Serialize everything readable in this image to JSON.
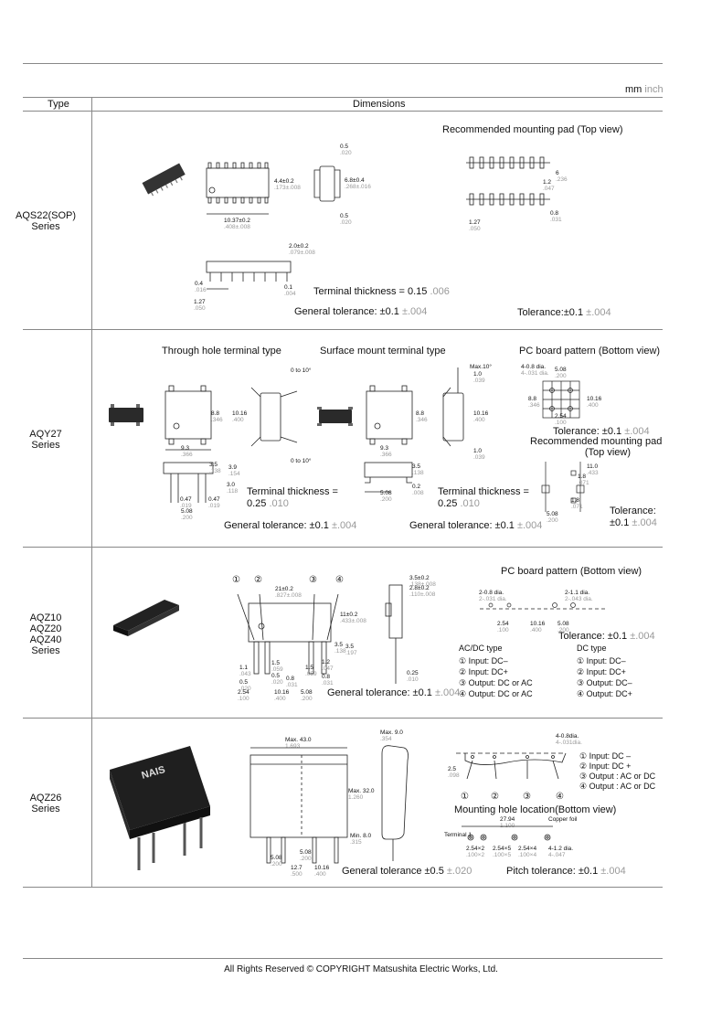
{
  "units": {
    "mm": "mm",
    "inch": "inch"
  },
  "header": {
    "type": "Type",
    "dimensions": "Dimensions"
  },
  "rows": [
    {
      "type_lines": [
        "AQS22(SOP)",
        "Series"
      ],
      "labels": {
        "pad_title": "Recommended mounting pad (Top view)",
        "terminal_thickness": "Terminal thickness = 0.15",
        "terminal_thickness_inch": ".006",
        "general_tolerance": "General tolerance: ±0.1",
        "general_tolerance_inch": "±.004",
        "tolerance": "Tolerance:±0.1",
        "tolerance_inch": "±.004"
      },
      "dims": {
        "d_0_5_top": "0.5",
        "d_0_5_top_in": ".020",
        "d_4_4": "4.4±0.2",
        "d_4_4_in": ".173±.008",
        "d_6_8": "6.8±0.4",
        "d_6_8_in": ".268±.016",
        "d_10_37": "10.37±0.2",
        "d_10_37_in": ".408±.008",
        "d_0_5_bot": "0.5",
        "d_0_5_bot_in": ".020",
        "d_2_0": "2.0±0.2",
        "d_2_0_in": ".079±.008",
        "d_0_4": "0.4",
        "d_0_4_in": ".016",
        "d_1_27": "1.27",
        "d_1_27_in": ".050",
        "d_0_1": "0.1",
        "d_0_1_in": ".004",
        "pad_6": "6",
        "pad_6_in": ".236",
        "pad_1_2": "1.2",
        "pad_1_2_in": ".047",
        "pad_0_8": "0.8",
        "pad_0_8_in": ".031",
        "pad_pitch": "1.27",
        "pad_pitch_in": ".050"
      }
    },
    {
      "type_lines": [
        "AQY27",
        "Series"
      ],
      "labels": {
        "through_hole": "Through hole terminal type",
        "surface_mount": "Surface mount terminal type",
        "pcb_pattern": "PC board pattern (Bottom view)",
        "tolerance": "Tolerance: ±0.1",
        "tolerance_inch": "±.004",
        "rec_pad_1": "Recommended mounting pad",
        "rec_pad_2": "(Top view)",
        "terminal_thickness_1": "Terminal thickness =",
        "terminal_thickness_2": "0.25",
        "terminal_thickness_inch": ".010",
        "terminal_thickness_b1": "Terminal thickness =",
        "terminal_thickness_b2": "0.25",
        "terminal_thickness_b_inch": ".010",
        "tolerance_b_1": "Tolerance:",
        "tolerance_b_2": "±0.1",
        "tolerance_b_inch": "±.004",
        "general_tolerance_a": "General tolerance: ±0.1",
        "general_tolerance_a_inch": "±.004",
        "general_tolerance_b": "General tolerance: ±0.1",
        "general_tolerance_b_inch": "±.004"
      },
      "dims": {
        "angle_top": "0 to 10°",
        "angle_bot": "0 to 10°",
        "max_10": "Max.10°",
        "d_8_8": "8.8",
        "d_8_8_in": ".346",
        "d_10_16": "10.16",
        "d_10_16_in": ".400",
        "d_9_3": "9.3",
        "d_9_3_in": ".366",
        "d_3_5": "3.5",
        "d_3_5_in": ".138",
        "d_3_9": "3.9",
        "d_3_9_in": ".154",
        "d_3_0": "3.0",
        "d_3_0_in": ".118",
        "d_0_47a": "0.47",
        "d_0_47a_in": ".019",
        "d_0_47b": "0.47",
        "d_0_47b_in": ".019",
        "d_5_08": "5.08",
        "d_5_08_in": ".200",
        "s_1_0a": "1.0",
        "s_1_0a_in": ".039",
        "s_8_8": "8.8",
        "s_8_8_in": ".346",
        "s_10_16": "10.16",
        "s_10_16_in": ".400",
        "s_9_3": "9.3",
        "s_9_3_in": ".366",
        "s_1_0b": "1.0",
        "s_1_0b_in": ".039",
        "s_3_5": "3.5",
        "s_3_5_in": ".138",
        "s_5_08": "5.08",
        "s_5_08_in": ".200",
        "s_0_2": "0.2",
        "s_0_2_in": ".008",
        "p_hole": "4-0.8 dia.",
        "p_hole_in": "4-.031 dia.",
        "p_5_08": "5.08",
        "p_5_08_in": ".200",
        "p_8_8": "8.8",
        "p_8_8_in": ".346",
        "p_10_16": "10.16",
        "p_10_16_in": ".400",
        "p_2_54": "2.54",
        "p_2_54_in": ".100",
        "r_11_0": "11.0",
        "r_11_0_in": ".433",
        "r_1_8a": "1.8",
        "r_1_8a_in": ".071",
        "r_1_8b": "1.8",
        "r_1_8b_in": ".071",
        "r_5_08": "5.08",
        "r_5_08_in": ".200"
      }
    },
    {
      "type_lines": [
        "AQZ10",
        "AQZ20",
        "AQZ40",
        "Series"
      ],
      "labels": {
        "pcb_pattern": "PC board pattern (Bottom view)",
        "tolerance": "Tolerance: ±0.1",
        "tolerance_inch": "±.004",
        "general_tolerance": "General tolerance: ±0.1",
        "general_tolerance_inch": "±.004",
        "acdc_title": "AC/DC type",
        "dc_title": "DC type",
        "acdc_items": [
          "① Input: DC–",
          "② Input: DC+",
          "③ Output: DC or AC",
          "④ Output: DC or AC"
        ],
        "dc_items": [
          "① Input: DC–",
          "② Input: DC+",
          "③ Output: DC–",
          "④ Output: DC+"
        ],
        "pins": [
          "①",
          "②",
          "③",
          "④"
        ]
      },
      "dims": {
        "d_21": "21±0.2",
        "d_21_in": ".827±.008",
        "d_11": "11±0.2",
        "d_11_in": ".433±.008",
        "d_3_5": "3.5",
        "d_3_5_in": ".138",
        "d_3_5t": "3.5±0.2",
        "d_3_5t_in": ".138±.008",
        "d_2_8": "2.8±0.2",
        "d_2_8_in": ".110±.008",
        "d_3_5r": "3.5",
        "d_3_5r_in": ".197",
        "d_1_1": "1.1",
        "d_1_1_in": ".043",
        "d_1_5a": "1.5",
        "d_1_5a_in": ".059",
        "d_1_5b": "1.5",
        "d_1_5b_in": ".059",
        "d_1_2": "1.2",
        "d_1_2_in": ".047",
        "d_0_5a": "0.5",
        "d_0_5a_in": ".020",
        "d_0_5b": "0.5",
        "d_0_5b_in": ".020",
        "d_0_8a": "0.8",
        "d_0_8a_in": ".031",
        "d_0_8b": "0.8",
        "d_0_8b_in": ".031",
        "d_2_54": "2.54",
        "d_2_54_in": ".100",
        "d_10_16": "10.16",
        "d_10_16_in": ".400",
        "d_5_08": "5.08",
        "d_5_08_in": ".200",
        "d_0_25": "0.25",
        "d_0_25_in": ".010",
        "p_hole_a": "2-0.8 dia.",
        "p_hole_a_in": "2-.031 dia.",
        "p_hole_b": "2-1.1 dia.",
        "p_hole_b_in": "2-.043 dia.",
        "p_2_54": "2.54",
        "p_2_54_in": ".100",
        "p_10_16": "10.16",
        "p_10_16_in": ".400",
        "p_5_08": "5.08",
        "p_5_08_in": ".200"
      }
    },
    {
      "type_lines": [
        "AQZ26",
        "Series"
      ],
      "labels": {
        "mounting_hole": "Mounting hole location(Bottom view)",
        "general_tolerance": "General tolerance ±0.5",
        "general_tolerance_inch": "±.020",
        "pitch_tolerance": "Pitch tolerance: ±0.1",
        "pitch_tolerance_inch": "±.004",
        "legend": [
          "① Input: DC –",
          "② Input: DC +",
          "③ Output : AC or DC",
          "④ Output : AC or DC"
        ],
        "pins": [
          "①",
          "②",
          "③",
          "④"
        ],
        "copper_foil": "Copper foil",
        "terminal": "Terminal 1",
        "logo_text": "NAIS"
      },
      "dims": {
        "max_43": "Max. 43.0",
        "max_43_in": "1.693",
        "max_9": "Max. 9.0",
        "max_9_in": ".354",
        "max_32": "Max. 32.0",
        "max_32_in": "1.260",
        "min_8": "Min. 8.0",
        "min_8_in": ".315",
        "d_5_08a": "5.08",
        "d_5_08a_in": ".200",
        "d_5_08b": "5.08",
        "d_5_08b_in": ".200",
        "d_12_7": "12.7",
        "d_12_7_in": ".500",
        "d_10_16": "10.16",
        "d_10_16_in": ".400",
        "h_hole": "4-0.8dia.",
        "h_hole_in": "4-.031dia.",
        "h_2_5": "2.5",
        "h_2_5_in": ".098",
        "h_27_94": "27.94",
        "h_27_94_in": "1.100",
        "h_2_54x2": "2.54×2",
        "h_2_54x2_in": ".100×2",
        "h_2_54x5": "2.54×5",
        "h_2_54x5_in": ".100×5",
        "h_2_54x4": "2.54×4",
        "h_2_54x4_in": ".100×4",
        "h_hole2": "4-1.2 dia.",
        "h_hole2_in": "4-.047"
      }
    }
  ],
  "footer": "All Rights Reserved © COPYRIGHT Matsushita Electric Works, Ltd."
}
